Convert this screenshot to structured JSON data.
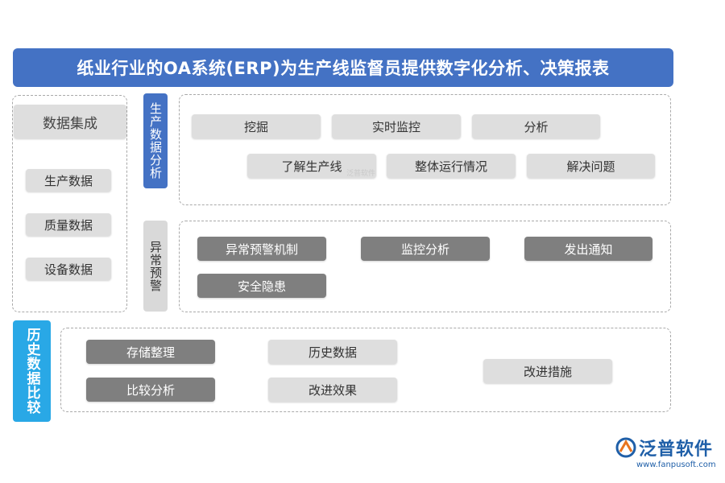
{
  "title": "纸业行业的OA系统(ERP)为生产线监督员提供数字化分析、决策报表",
  "left_panel": {
    "header": "数据集成",
    "items": [
      "生产数据",
      "质量数据",
      "设备数据"
    ]
  },
  "production_analysis": {
    "label": "生产数据分析",
    "row1": [
      "挖掘",
      "实时监控",
      "分析"
    ],
    "row2": [
      "了解生产线",
      "整体运行情况",
      "解决问题"
    ]
  },
  "anomaly_warning": {
    "label": "异常预警",
    "items": [
      "异常预警机制",
      "监控分析",
      "发出通知",
      "安全隐患"
    ]
  },
  "history_compare": {
    "label": "历史数据比较",
    "items": [
      "存储整理",
      "比较分析",
      "历史数据",
      "改进效果",
      "改进措施"
    ]
  },
  "watermark": "泛普软件",
  "logo": {
    "name": "泛普软件",
    "url": "www.fanpusoft.com"
  },
  "colors": {
    "title_bg": "#4472c4",
    "cyan_tab": "#29a8e6",
    "light_pill": "#dedede",
    "dark_pill": "#7f7f7f"
  }
}
